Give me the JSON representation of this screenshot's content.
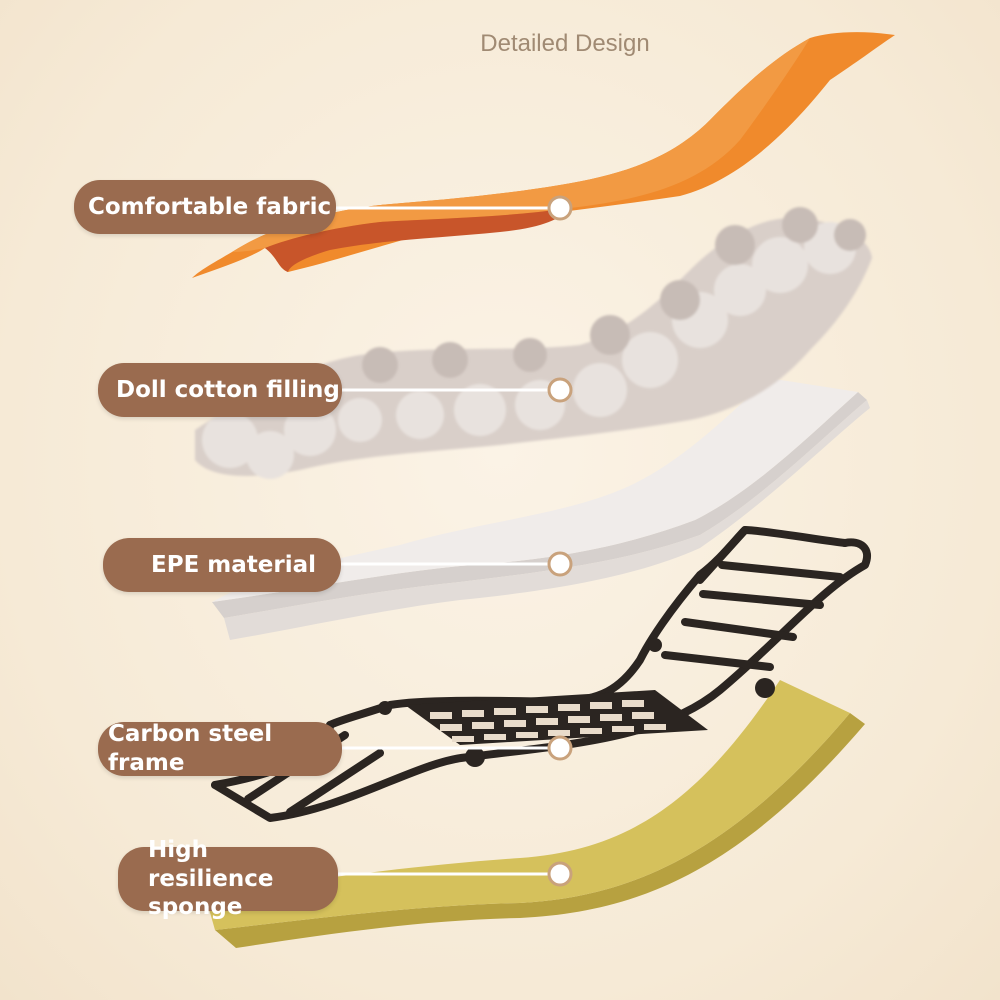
{
  "title": "Detailed Design",
  "layers": [
    {
      "label": "Comfortable fabric",
      "color": "#f08a2c"
    },
    {
      "label": "Doll cotton filling",
      "color": "#d8cdc8"
    },
    {
      "label": "EPE material",
      "color": "#f0ecea"
    },
    {
      "label": "Carbon steel frame",
      "color": "#2b2521"
    },
    {
      "label": "High resilience sponge",
      "label_line1": "High resilience",
      "label_line2": "sponge",
      "color": "#d2be58"
    }
  ],
  "colors": {
    "label_bg": "#9a6b4f",
    "label_text": "#ffffff",
    "background": "#f6ead6",
    "title": "#a08a73"
  }
}
